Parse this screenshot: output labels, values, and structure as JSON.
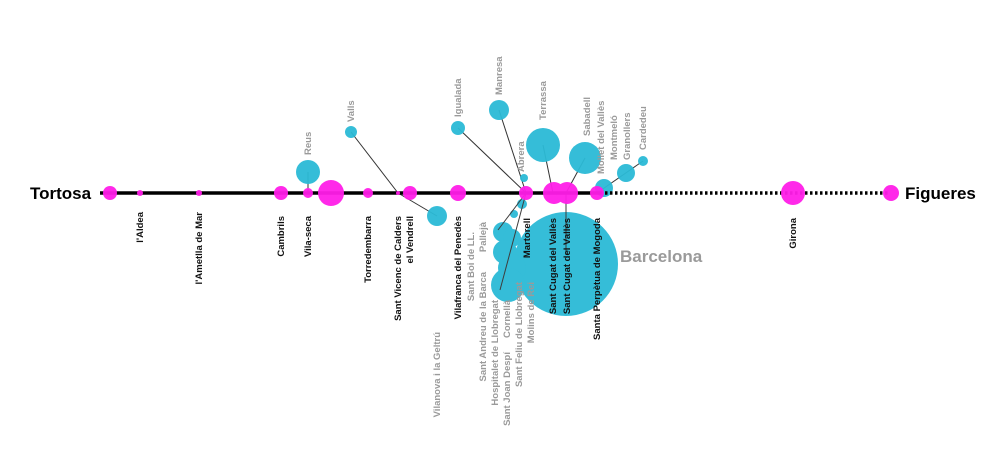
{
  "colors": {
    "station": "#ff1ee8",
    "city": "#2bbad6",
    "line": "#000000"
  },
  "endpoints": {
    "start": "Tortosa",
    "end": "Figueres"
  },
  "hub": "Barcelona",
  "stations_below": [
    "l'Aldea",
    "l'Ametlla de Mar",
    "Cambrils",
    "Vila-seca",
    "Torredembarra",
    "Sant Vicenc de Calders",
    "el Vendrell",
    "Vilafranca del Penedès",
    "Martorell",
    "Sant Cugat del Vallès",
    "Sant Cugat del Vallès",
    "Santa Perpètua de Mogoda",
    "Girona"
  ],
  "cities_below": [
    "Vilanova i la Geltrú",
    "Sant Boi de LL.",
    "Pallejà",
    "Sant Andreu de la Barca",
    "Hospitalet de Llobregat",
    "Cornellà",
    "Sant Joan Despí",
    "Sant Feliu de Llobregat",
    "Molins de Rei"
  ],
  "cities_above": [
    "Reus",
    "Valls",
    "Igualada",
    "Manresa",
    "Abrera",
    "Terrassa",
    "Sabadell",
    "Mollet del Vallès",
    "Montmeló",
    "Granollers",
    "Cardedeu"
  ]
}
